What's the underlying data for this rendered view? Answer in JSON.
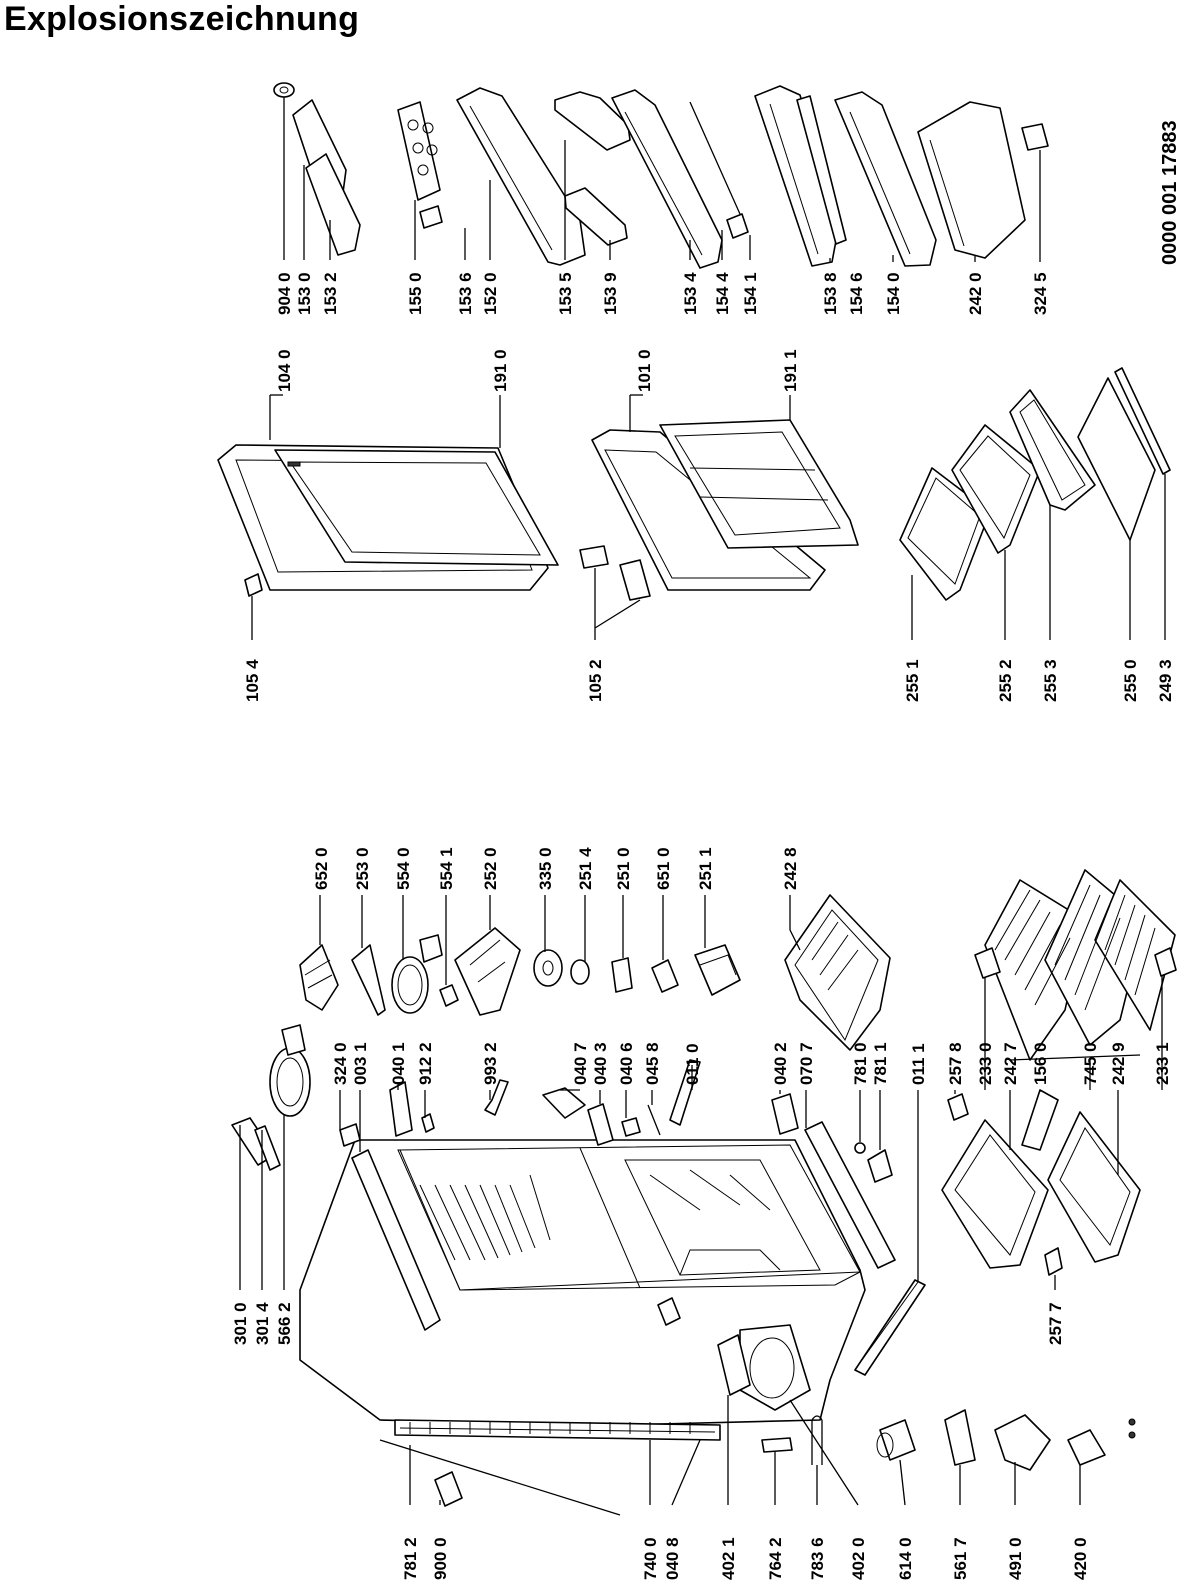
{
  "title": "Explosionszeichnung",
  "doc_number": "0000 001 17883",
  "labels": {
    "p9040": "904 0",
    "p1530": "153 0",
    "p1532": "153 2",
    "p1550": "155 0",
    "p1536": "153 6",
    "p1520": "152 0",
    "p1535": "153 5",
    "p1539": "153 9",
    "p1534": "153 4",
    "p1544": "154 4",
    "p1541": "154 1",
    "p1538": "153 8",
    "p1546": "154 6",
    "p1540": "154 0",
    "p2420": "242 0",
    "p3245": "324 5",
    "p1040": "104 0",
    "p1910": "191 0",
    "p1010": "101 0",
    "p1911": "191 1",
    "p1054": "105 4",
    "p1052": "105 2",
    "p2551": "255 1",
    "p2552": "255 2",
    "p2553": "255 3",
    "p2550": "255 0",
    "p2493": "249 3",
    "p6520": "652 0",
    "p2530": "253 0",
    "p5540": "554 0",
    "p5541": "554 1",
    "p2520": "252 0",
    "p3350": "335 0",
    "p2514": "251 4",
    "p2510": "251 0",
    "p6510": "651 0",
    "p2511": "251 1",
    "p2428": "242 8",
    "p3240": "324 0",
    "p0031": "003 1",
    "p0401": "040 1",
    "p9122": "912 2",
    "p9932": "993 2",
    "p0407": "040 7",
    "p0403": "040 3",
    "p0406": "040 6",
    "p0458": "045 8",
    "p0110": "011 0",
    "p0402": "040 2",
    "p0707": "070 7",
    "p7810": "781 0",
    "p7811": "781 1",
    "p0111": "011 1",
    "p2578": "257 8",
    "p2330": "233 0",
    "p2427": "242 7",
    "p1560": "156 0",
    "p7450": "745 0",
    "p2429": "242 9",
    "p2331": "233 1",
    "p3010": "301 0",
    "p3014": "301 4",
    "p5662": "566 2",
    "p2577": "257 7",
    "p7812": "781 2",
    "p9000": "900 0",
    "p7400": "740 0",
    "p0408": "040 8",
    "p4021": "402 1",
    "p7642": "764 2",
    "p7836": "783 6",
    "p4020": "402 0",
    "p6140": "614 0",
    "p5617": "561 7",
    "p4910": "491 0",
    "p4200": "420 0"
  }
}
